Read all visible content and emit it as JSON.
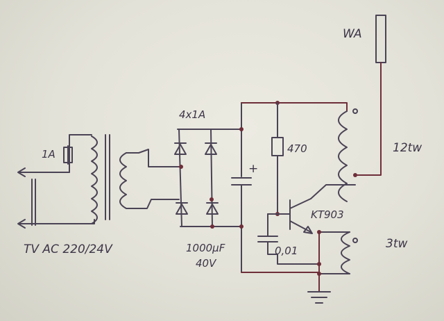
{
  "labels": {
    "antenna": "WA",
    "fuse": "1A",
    "bridge": "4x1A",
    "capacitor_value": "1000µF",
    "capacitor_voltage": "40V",
    "polarity": "+",
    "resistor": "470",
    "transistor": "KT903",
    "turns_main": "12tw",
    "turns_feedback": "3tw",
    "small_cap": "0,01",
    "input": "TV AC 220/24V"
  }
}
